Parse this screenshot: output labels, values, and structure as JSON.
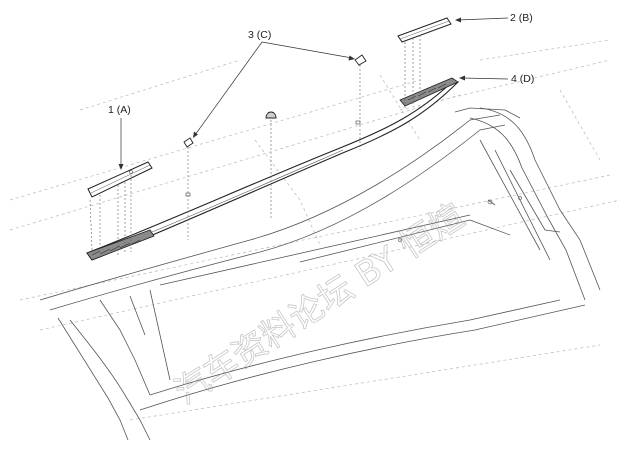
{
  "callouts": {
    "part_a": "1 (A)",
    "part_b": "2 (B)",
    "part_c": "3 (C)",
    "part_d": "4 (D)"
  },
  "watermark": "汽车资料论坛 BY 恒煊"
}
